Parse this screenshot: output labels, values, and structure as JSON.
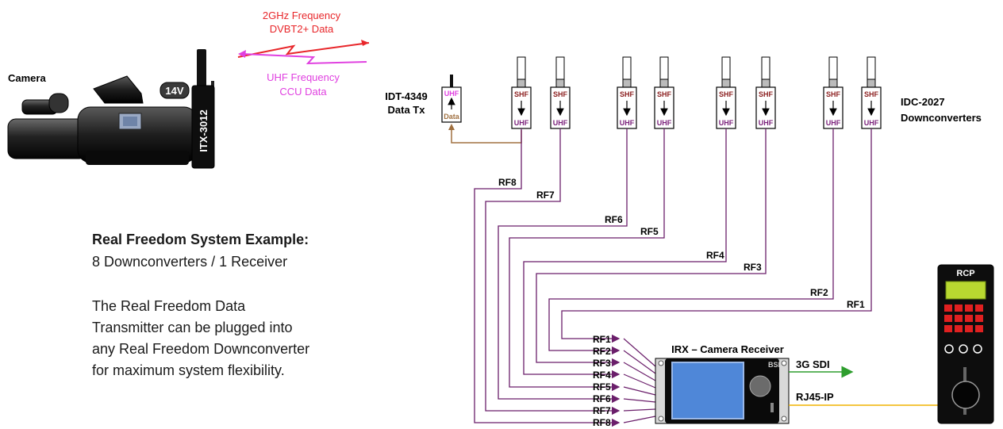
{
  "camera": {
    "label": "Camera",
    "voltage_badge": "14V",
    "transmitter": "ITX-3012"
  },
  "links": {
    "up_line1": "2GHz Frequency",
    "up_line2": "DVBT2+ Data",
    "down_line1": "UHF Frequency",
    "down_line2": "CCU Data",
    "up_color": "#e8262a",
    "down_color": "#e040e0"
  },
  "data_tx": {
    "name": "IDT-4349",
    "desc": "Data Tx",
    "top": "UHF",
    "bottom": "Data"
  },
  "downconverters": {
    "name": "IDC-2027",
    "desc": "Downconverters",
    "top": "SHF",
    "bottom": "UHF",
    "units": [
      "RF8",
      "RF7",
      "RF6",
      "RF5",
      "RF4",
      "RF3",
      "RF2",
      "RF1"
    ]
  },
  "description": {
    "title": "Real Freedom System Example:",
    "subtitle": "8 Downconverters / 1 Receiver",
    "body_lines": [
      "The Real Freedom Data",
      "Transmitter can be plugged into",
      "any Real Freedom Downconverter",
      "for maximum system flexibility."
    ]
  },
  "receiver": {
    "title": "IRX – Camera Receiver",
    "brand": "BSI",
    "inputs": [
      "RF1",
      "RF2",
      "RF3",
      "RF4",
      "RF5",
      "RF6",
      "RF7",
      "RF8"
    ],
    "out_sdi": "3G SDI",
    "out_ip": "RJ45-IP"
  },
  "rcp": {
    "label": "RCP"
  },
  "colors": {
    "rf_line": "#6b1f6b",
    "sdi": "#2e9e2e",
    "ip": "#f0b400",
    "shf": "#8b1e1e",
    "uhf": "#7a1f7a",
    "data_line": "#a07040"
  }
}
